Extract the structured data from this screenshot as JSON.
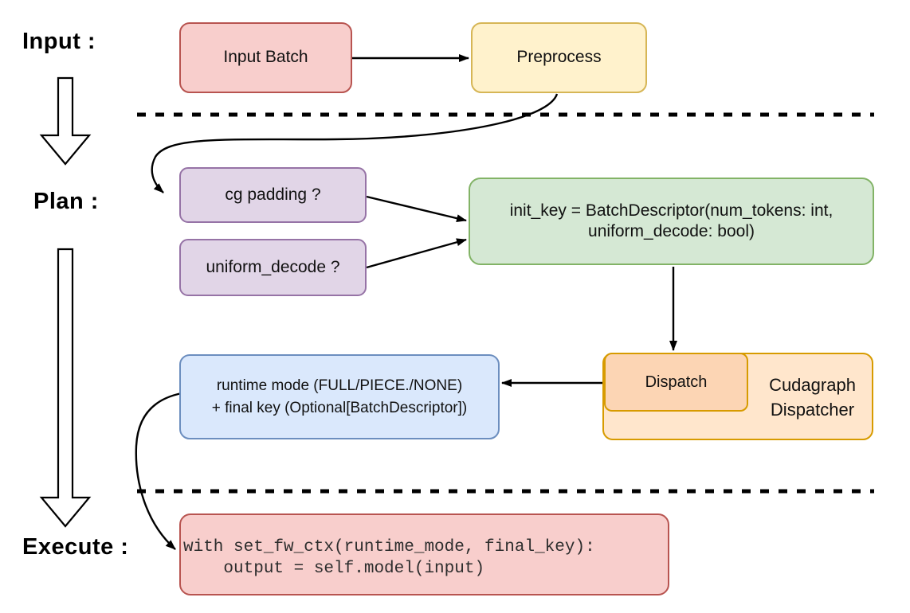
{
  "diagram": {
    "background": "#ffffff",
    "connector_color": "#000000",
    "stage_labels": {
      "input": "Input :",
      "plan": "Plan :",
      "execute": "Execute :"
    }
  },
  "nodes": {
    "input_batch": {
      "label": "Input Batch",
      "fill": "#f8cecc",
      "stroke": "#b85450"
    },
    "preprocess": {
      "label": "Preprocess",
      "fill": "#fff2cc",
      "stroke": "#d6b656"
    },
    "cg_padding": {
      "label": "cg padding ?",
      "fill": "#e1d5e7",
      "stroke": "#9673a6"
    },
    "uniform_decode": {
      "label": "uniform_decode ?",
      "fill": "#e1d5e7",
      "stroke": "#9673a6"
    },
    "init_key": {
      "lines": [
        "init_key = BatchDescriptor(num_tokens: int,",
        "uniform_decode: bool)"
      ],
      "fill": "#d5e8d4",
      "stroke": "#82b366"
    },
    "dispatch": {
      "label": "Dispatch",
      "fill": "#fcd5b4",
      "stroke": "#d79b00"
    },
    "cudagraph_dispatcher": {
      "lines": [
        "Cudagraph",
        "Dispatcher"
      ],
      "fill": "#ffe6cc",
      "stroke": "#d79b00"
    },
    "runtime_mode": {
      "lines": [
        "runtime mode (FULL/PIECE./NONE)",
        "+ final key (Optional[BatchDescriptor])"
      ],
      "fill": "#dae8fc",
      "stroke": "#6c8ebf"
    },
    "execute_code": {
      "lines": [
        "with set_fw_ctx(runtime_mode, final_key):",
        "    output = self.model(input)"
      ],
      "fill": "#f8cecc",
      "stroke": "#b85450"
    }
  }
}
